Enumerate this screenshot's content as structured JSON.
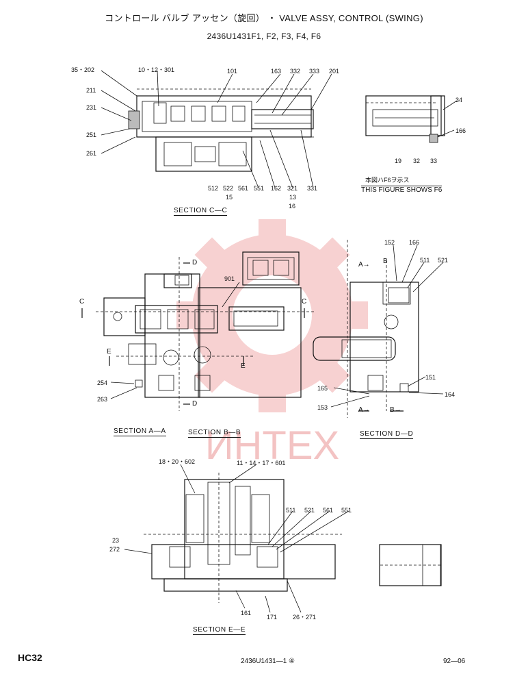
{
  "header": {
    "title": "コントロール バルブ アッセン（旋回） ・ VALVE ASSY, CONTROL (SWING)",
    "subtitle": "2436U1431F1, F2, F3, F4, F6"
  },
  "note": {
    "jp": "本図ハF6ヲ示ス",
    "en": "THIS FIGURE SHOWS  F6"
  },
  "section_labels": {
    "cc": "SECTION  C—C",
    "aa": "SECTION  A—A",
    "bb": "SECTION  B—B",
    "dd": "SECTION  D—D",
    "ee": "SECTION  E—E"
  },
  "callouts": {
    "c1": "35・202",
    "c2": "10・12・301",
    "c3": "101",
    "c4": "163",
    "c5": "332",
    "c6": "333",
    "c7": "201",
    "c8": "211",
    "c9": "231",
    "c10": "251",
    "c11": "261",
    "c12": "512",
    "c13": "522",
    "c14": "15",
    "c15": "561",
    "c16": "551",
    "c17": "162",
    "c18": "321",
    "c19": "13",
    "c20": "16",
    "c21": "331",
    "c22": "34",
    "c23": "166",
    "c24": "19",
    "c25": "32",
    "c26": "33",
    "c27": "901",
    "c28": "254",
    "c29": "263",
    "c30": "152",
    "c31": "166",
    "c32": "511",
    "c33": "521",
    "c34": "151",
    "c35": "165",
    "c36": "164",
    "c37": "153",
    "c38": "18・20・602",
    "c39": "11・14・17・601",
    "c40": "511",
    "c41": "521",
    "c42": "561",
    "c43": "551",
    "c44": "23",
    "c45": "272",
    "c46": "161",
    "c47": "171",
    "c48": "26・271"
  },
  "markers": {
    "d": "D",
    "c": "C",
    "e": "E",
    "a": "A",
    "b": "B",
    "a_arrow": "A→",
    "b_arrow": "B→"
  },
  "footer": {
    "left": "HC32",
    "center": "2436U1431—1 ④",
    "right": "92—06"
  },
  "watermark": {
    "text": "ИНТЕХ",
    "color": "#f4c4c4"
  }
}
